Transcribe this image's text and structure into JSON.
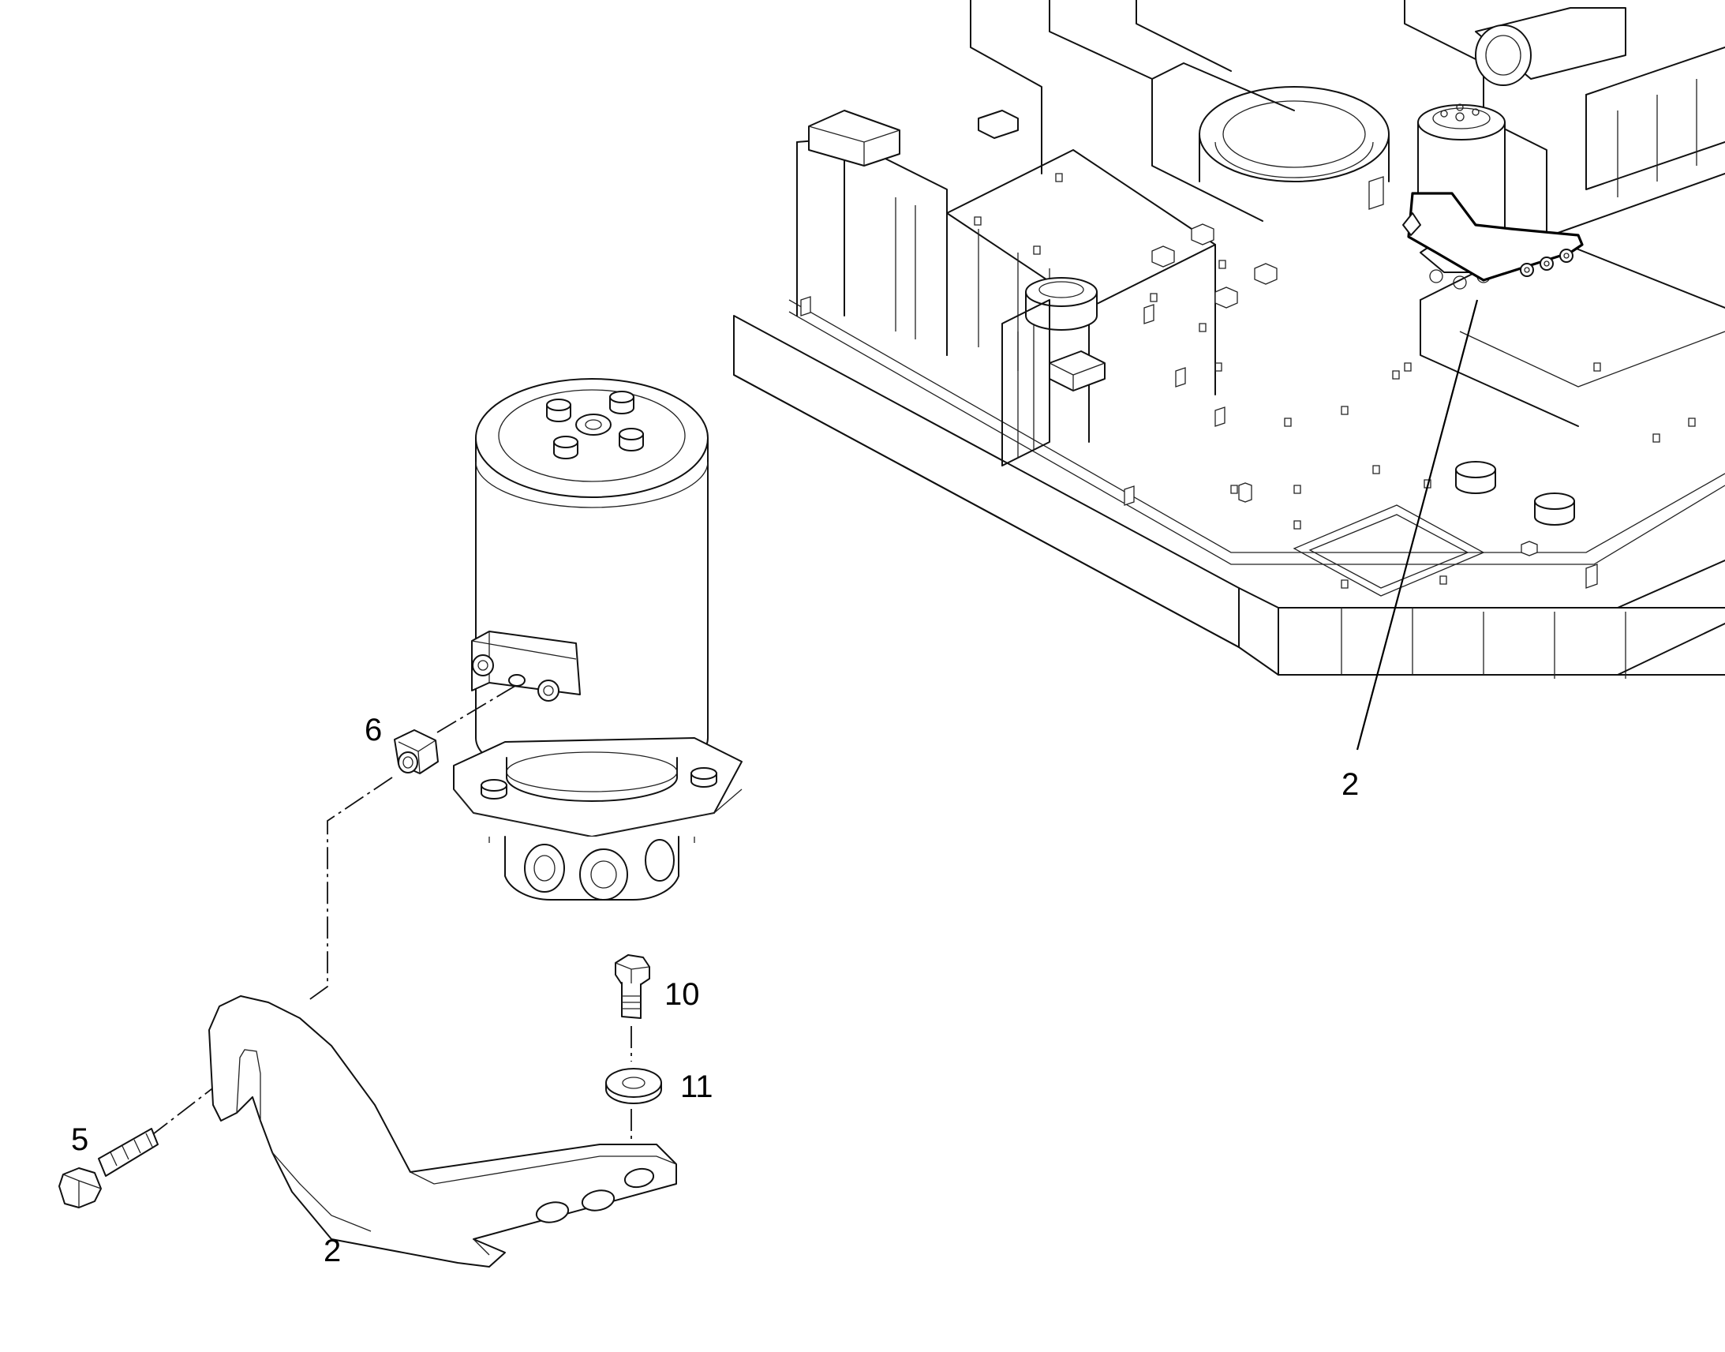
{
  "callouts": {
    "frame_bracket": "2",
    "nut": "6",
    "bolt_top": "10",
    "washer": "11",
    "bolt_side": "5",
    "bracket": "2"
  }
}
